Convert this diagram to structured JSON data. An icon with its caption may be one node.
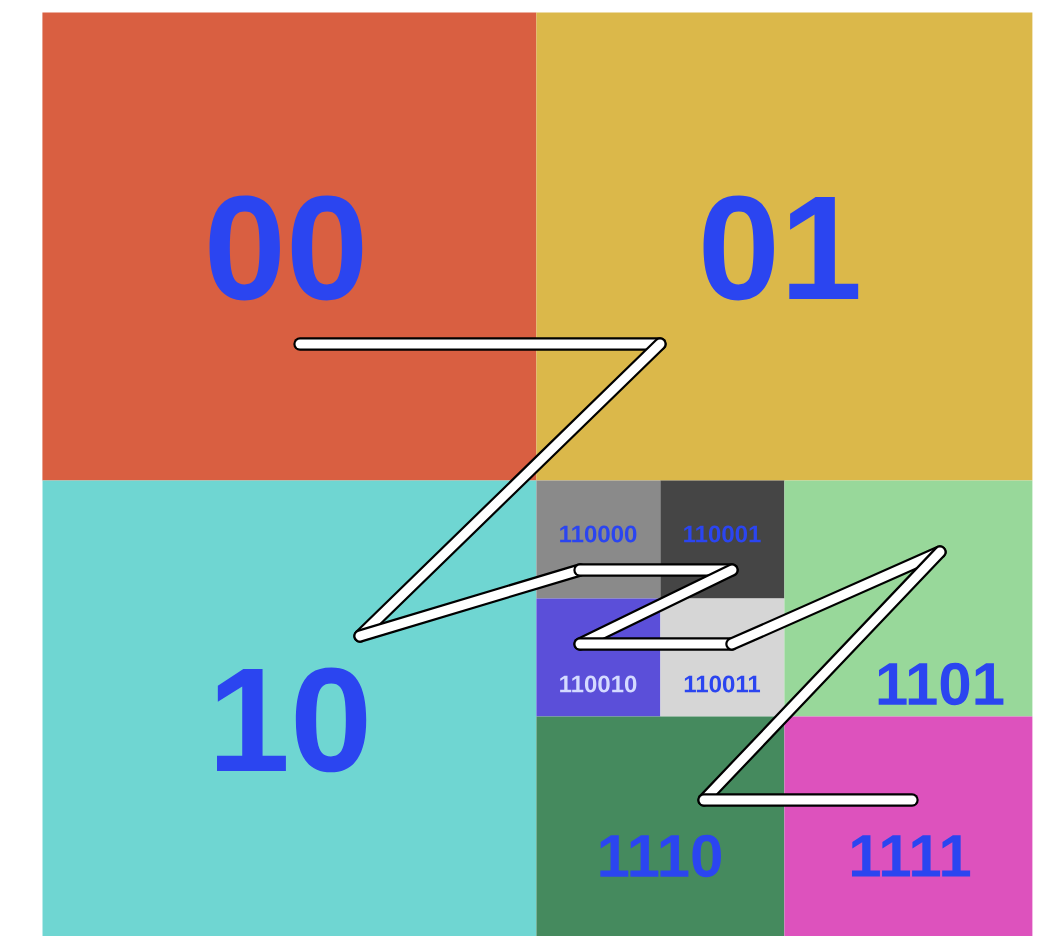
{
  "diagram": {
    "nodes": [
      {
        "text": [
          "00"
        ]
      },
      {
        "text": [
          "01"
        ]
      },
      {
        "text": [
          "10"
        ]
      },
      {
        "text": [
          "110000"
        ]
      },
      {
        "text": [
          "110001"
        ]
      },
      {
        "text": [
          "110010"
        ]
      },
      {
        "text": [
          "110011"
        ]
      },
      {
        "text": [
          "1101"
        ]
      },
      {
        "text": [
          "1110"
        ]
      },
      {
        "text": [
          "1111"
        ]
      }
    ],
    "edges": [
      {
        "from": 0,
        "to": 1,
        "arrow": "none"
      },
      {
        "from": 1,
        "to": 2,
        "arrow": "none"
      },
      {
        "from": 2,
        "to": 3,
        "arrow": "none"
      },
      {
        "from": 3,
        "to": 4,
        "arrow": "none"
      },
      {
        "from": 4,
        "to": 5,
        "arrow": "none"
      },
      {
        "from": 5,
        "to": 6,
        "arrow": "none"
      },
      {
        "from": 6,
        "to": 7,
        "arrow": "none"
      },
      {
        "from": 7,
        "to": 8,
        "arrow": "none"
      },
      {
        "from": 8,
        "to": 9,
        "arrow": "none"
      }
    ]
  }
}
